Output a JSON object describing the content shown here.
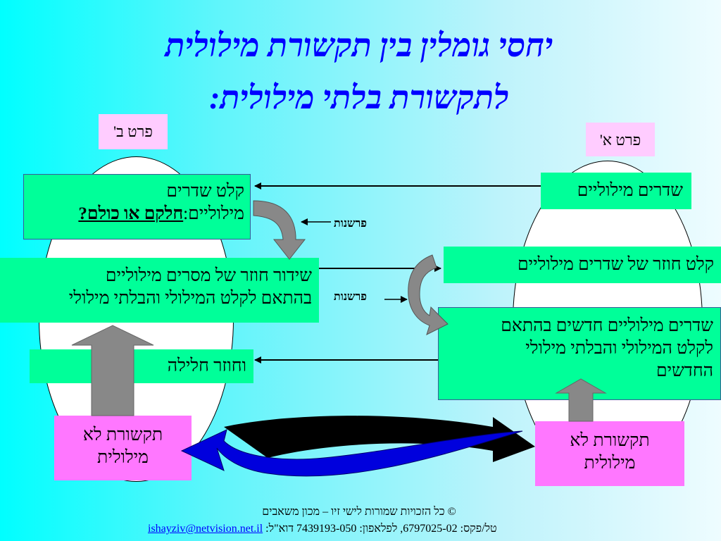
{
  "title": {
    "line1": "יחסי גומלין בין תקשורת מילולית",
    "line2": "לתקשורת בלתי מילולית:"
  },
  "labels": {
    "part_b": "פרט ב'",
    "part_a": "פרט א'",
    "interpretation_1": "פרשנות",
    "interpretation_2": "פרשנות"
  },
  "left_boxes": {
    "receive_line1": "קלט שדרים",
    "receive_line2": "מילוליים:",
    "receive_emph": "חלקם או כולם?",
    "feedback_line1": "שידור חוזר של  מסרים מילוליים",
    "feedback_line2": "בהתאם לקלט המילולי והבלתי מילולי",
    "return_again": "וחוזר חלילה",
    "nonverbal_line1": "תקשורת לא",
    "nonverbal_line2": "מילולית"
  },
  "right_boxes": {
    "verbal_messages": "שדרים מילוליים",
    "feedback_input": "קלט חוזר של שדרים מילוליים",
    "new_line1": "שדרים מילוליים חדשים בהתאם",
    "new_line2": "לקלט המילולי והבלתי מילולי",
    "new_line3": "החדשים",
    "nonverbal_line1": "תקשורת לא",
    "nonverbal_line2": "מילולית"
  },
  "footer": {
    "copyright": "© כל הזכויות שמורות לישי זיו – מכון משאבים",
    "phones": "טל/פקס: 6797025-02, לפלאפון: 7439193-050  דוא\"ל:",
    "email": "ishayziv@netvision.net.il"
  },
  "colors": {
    "title": "#0000ff",
    "green_box": "#00ff99",
    "pink_box": "#ff77ff",
    "tag": "#ffccff",
    "gray_arrow": "#888888",
    "blue_arrow": "#0000dd",
    "black_arrow": "#000000"
  }
}
